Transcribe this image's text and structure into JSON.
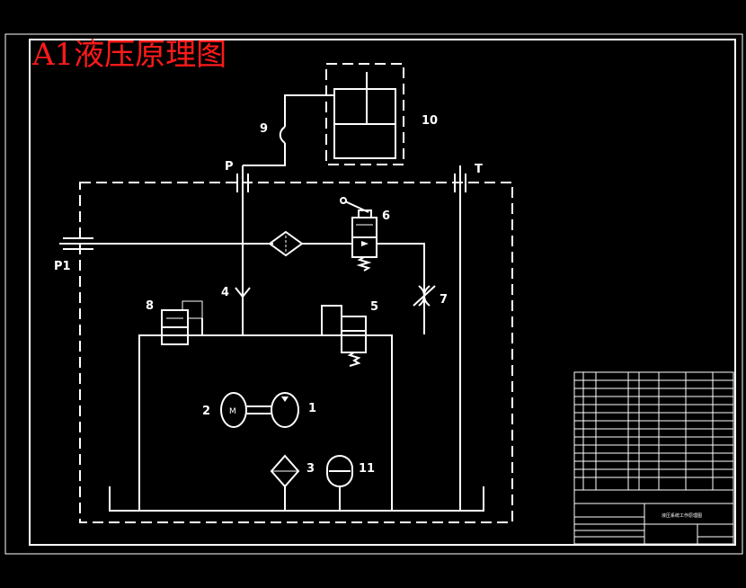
{
  "title": "A1液压原理图",
  "labels": {
    "p1": "P1",
    "p": "P",
    "t": "T",
    "n1": "1",
    "n2": "2",
    "n3": "3",
    "n4": "4",
    "n5": "5",
    "n6": "6",
    "n7": "7",
    "n8": "8",
    "n9": "9",
    "n10": "10",
    "n11": "11",
    "motor_m": "M"
  },
  "title_block": {
    "drawing_name": "液压系统工作原理图"
  },
  "colors": {
    "background": "#000000",
    "lines": "#ffffff",
    "title": "#ff1a1a"
  }
}
